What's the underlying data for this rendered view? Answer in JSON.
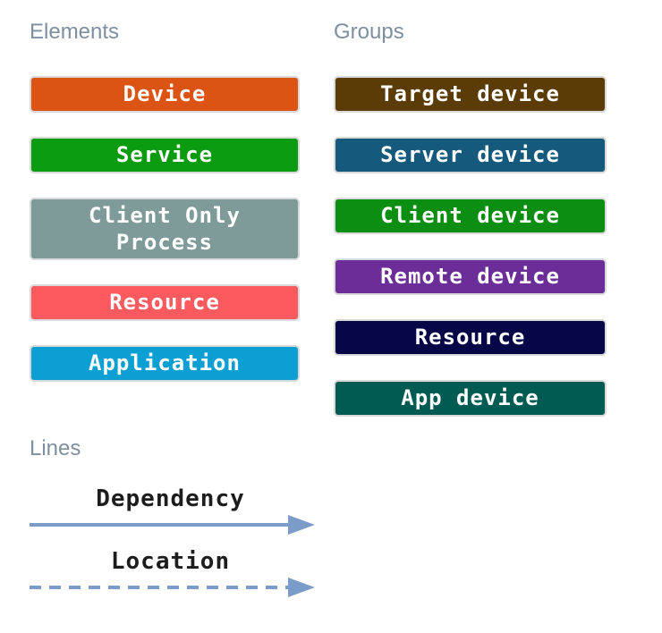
{
  "elements": {
    "title": "Elements",
    "items": [
      {
        "label": "Device",
        "color": "#DB5414"
      },
      {
        "label": "Service",
        "color": "#0A9B10"
      },
      {
        "label": "Client Only Process",
        "color": "#7E9B99"
      },
      {
        "label": "Resource",
        "color": "#FC5A5F"
      },
      {
        "label": "Application",
        "color": "#0C9FD3"
      }
    ]
  },
  "groups": {
    "title": "Groups",
    "items": [
      {
        "label": "Target device",
        "color": "#5B3B06"
      },
      {
        "label": "Server device",
        "color": "#15597D"
      },
      {
        "label": "Client device",
        "color": "#0B8E11"
      },
      {
        "label": "Remote device",
        "color": "#6B2E99"
      },
      {
        "label": "Resource",
        "color": "#070747"
      },
      {
        "label": "App device",
        "color": "#025B52"
      }
    ]
  },
  "lines": {
    "title": "Lines",
    "line_color": "#7B9CC9",
    "items": [
      {
        "label": "Dependency",
        "style": "solid"
      },
      {
        "label": "Location",
        "style": "dashed"
      }
    ]
  },
  "style_colors": {
    "heading_text": "#7D8FA0",
    "box_border": "#D9D9D9",
    "box_text": "#FFFFFF",
    "line_label_text": "#1D1D1D",
    "background": "#FFFFFF"
  }
}
